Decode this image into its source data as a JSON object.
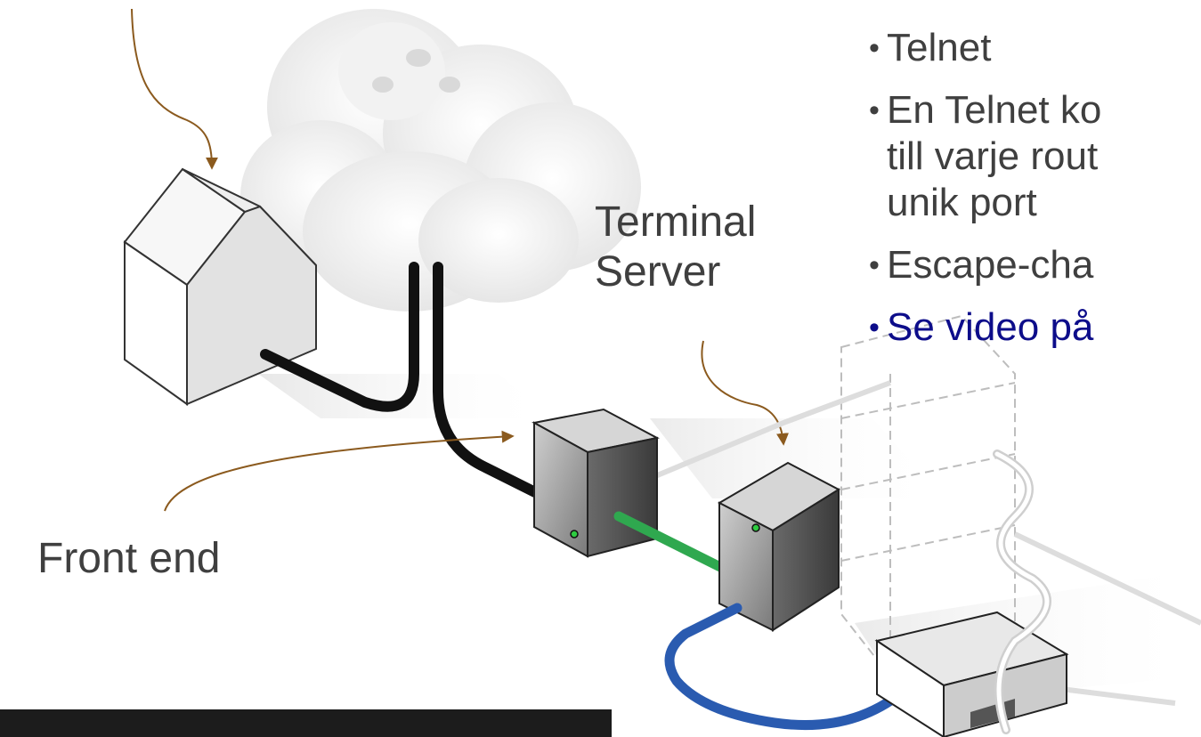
{
  "labels": {
    "terminal_server_line1": "Terminal",
    "terminal_server_line2": "Server",
    "front_end": "Front end"
  },
  "bullets": [
    {
      "lines": [
        "Telnet"
      ],
      "is_link": false
    },
    {
      "lines": [
        "En Telnet ko",
        "till varje rout",
        "unik port"
      ],
      "is_link": false
    },
    {
      "lines": [
        "Escape-cha"
      ],
      "is_link": false
    },
    {
      "lines": [
        "Se video på"
      ],
      "is_link": true
    }
  ],
  "colors": {
    "arrow": "#8b5a1e",
    "cable_black": "#111111",
    "cable_green": "#2fa84f",
    "cable_blue": "#2a5bb0",
    "text": "#3f3f3f",
    "link": "#0d0d8a",
    "led": "#2ecc40"
  },
  "icons": [
    "cloud-icon",
    "house-icon",
    "server-icon",
    "terminal-server-icon",
    "router-rack-icon",
    "router-device-icon"
  ]
}
